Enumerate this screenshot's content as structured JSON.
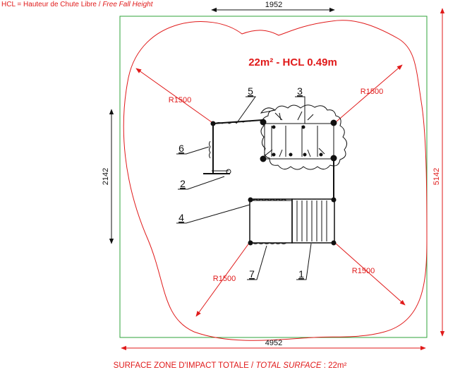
{
  "legend": {
    "prefix": "HCL = Hauteur de Chute Libre / ",
    "italic": "Free Fall Height"
  },
  "title": "22m² - HCL 0.49m",
  "dimensions": {
    "top_width": "1952",
    "left_height": "2142",
    "right_height": "5142",
    "bottom_width": "4952"
  },
  "radii": [
    "R1500",
    "R1500",
    "R1500",
    "R1500"
  ],
  "part_labels": [
    "5",
    "3",
    "6",
    "2",
    "4",
    "7",
    "1"
  ],
  "footer": {
    "prefix": "SURFACE ZONE D'IMPACT TOTALE / ",
    "italic": "TOTAL SURFACE",
    "suffix": " : 22m²"
  },
  "colors": {
    "zone_outline": "#e01a1a",
    "boundary": "#2fa33a",
    "structure": "#111111",
    "text_accent": "#e01a1a"
  }
}
